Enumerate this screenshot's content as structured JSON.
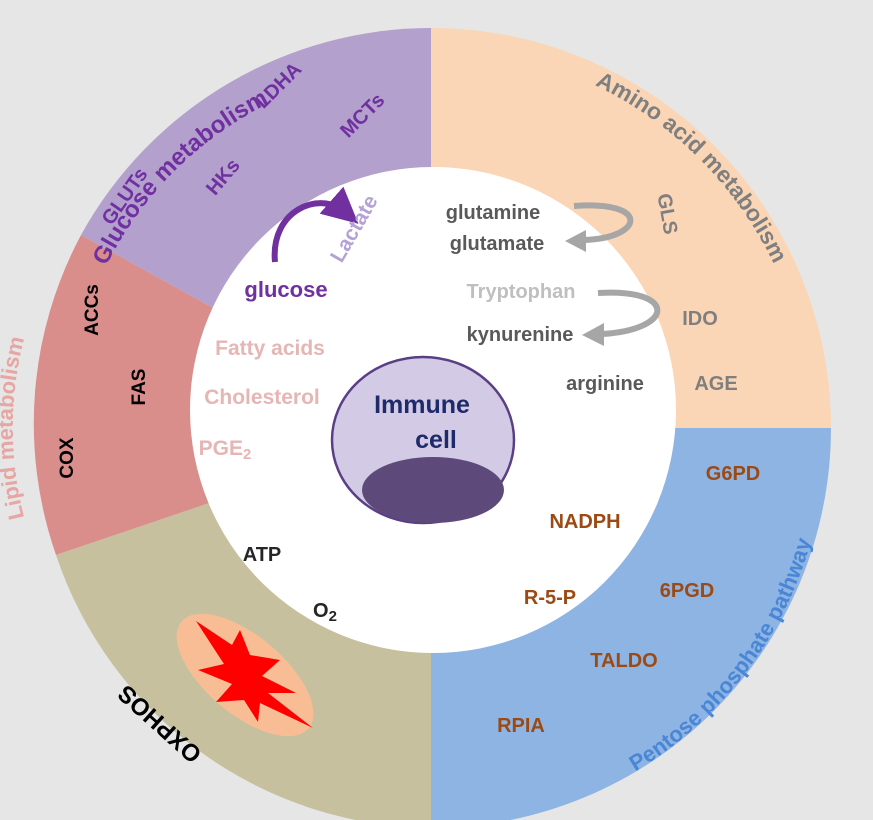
{
  "colors": {
    "background": "#e6e6e6",
    "glucose_sector": "#b3a0cd",
    "amino_sector": "#fbd6b6",
    "lipid_sector": "#d98e8c",
    "oxphos_sector": "#c7c09e",
    "ppp_sector": "#8db4e3",
    "purple_text": "#7030a0",
    "light_purple_text": "#b4a2d6",
    "gray_text": "#7f7f7f",
    "dark_gray_text": "#595959",
    "light_gray_text": "#bfbfbf",
    "pink_text": "#e6b6b4",
    "brown_text": "#9c4a14",
    "blue_text": "#4a86d6",
    "black_text": "#000000",
    "dark_olive_text": "#262626",
    "cell_fill": "#d3cbe5",
    "cell_stroke": "#5b3f86",
    "nucleus_fill": "#5d4a7b",
    "immune_text": "#1f2a6b",
    "mito_fill": "#f9bd95",
    "mito_star": "#ff0000",
    "lipid_title_color": "#e6a6a4"
  },
  "sectors": {
    "glucose": {
      "title": "Glucose metabolism",
      "enzymes": [
        "GLUTs",
        "HKs",
        "LDHA",
        "MCTs"
      ],
      "metabolites": {
        "substrate": "glucose",
        "product": "Lactate"
      }
    },
    "amino": {
      "title": "Amino acid metabolism",
      "enzymes": [
        "GLS",
        "IDO",
        "AGE"
      ],
      "metabolites": [
        "glutamine",
        "glutamate",
        "Tryptophan",
        "kynurenine",
        "arginine"
      ]
    },
    "lipid": {
      "title": "Lipid metabolism",
      "enzymes": [
        "ACCs",
        "FAS",
        "COX"
      ],
      "metabolites": [
        "Fatty acids",
        "Cholesterol",
        "PGE2"
      ]
    },
    "oxphos": {
      "title": "OXPHOS",
      "metabolites": [
        "ATP",
        "O2"
      ]
    },
    "ppp": {
      "title": "Pentose phosphate pathway",
      "enzymes": [
        "G6PD",
        "6PGD",
        "TALDO",
        "RPIA"
      ],
      "metabolites": [
        "NADPH",
        "R-5-P"
      ]
    }
  },
  "cell": {
    "line1": "Immune",
    "line2": "cell"
  },
  "icons": {
    "arrow_glucose": "curved-arrow-icon",
    "arrow_glutamine": "curved-arrow-icon",
    "arrow_tryptophan": "curved-arrow-icon",
    "mitochondrion": "mitochondrion-icon"
  }
}
